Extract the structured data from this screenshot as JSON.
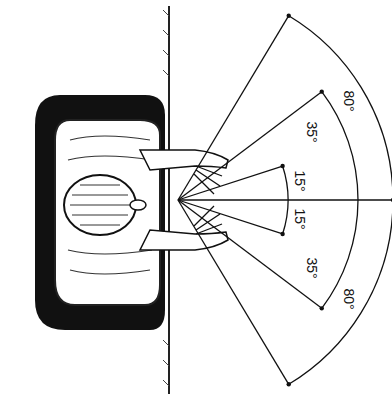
{
  "diagram": {
    "labels": [
      "80°",
      "35°",
      "15°",
      "15°",
      "35°",
      "80°"
    ]
  }
}
